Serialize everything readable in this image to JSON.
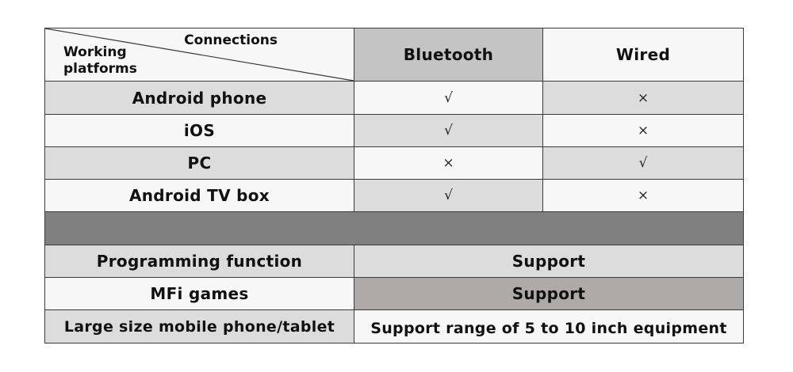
{
  "header": {
    "corner_top": "Connections",
    "corner_bottom_line1": "Working",
    "corner_bottom_line2": "platforms",
    "col1": "Bluetooth",
    "col2": "Wired"
  },
  "rows": [
    {
      "platform": "Android phone",
      "bluetooth": "√",
      "wired": "×"
    },
    {
      "platform": "iOS",
      "bluetooth": "√",
      "wired": "×"
    },
    {
      "platform": "PC",
      "bluetooth": "×",
      "wired": "√"
    },
    {
      "platform": "Android TV box",
      "bluetooth": "√",
      "wired": "×"
    }
  ],
  "features": [
    {
      "name": "Programming function",
      "value": "Support"
    },
    {
      "name": "MFi games",
      "value": "Support"
    },
    {
      "name": "Large size mobile phone/tablet",
      "value": "Support range of 5 to 10 inch equipment"
    }
  ],
  "colors": {
    "border": "#3a3a3a",
    "light_gray": "#dcdcdc",
    "white": "#f7f7f7",
    "mid_gray": "#c4c4c4",
    "dark_gray": "#808080",
    "taupe": "#aeaaa8"
  }
}
